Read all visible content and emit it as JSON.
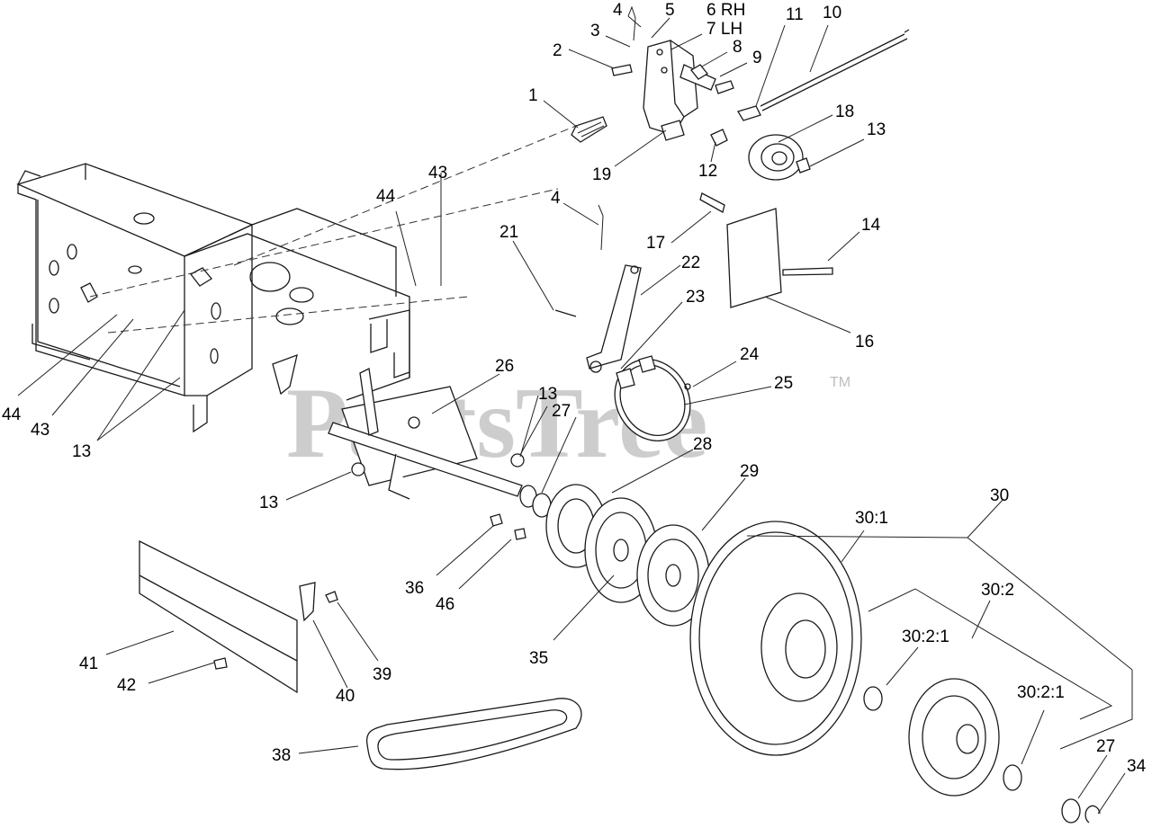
{
  "watermark": {
    "text": "PartsTree",
    "trademark": "TM"
  },
  "callouts": {
    "c1": "1",
    "c2": "2",
    "c3": "3",
    "c4a": "4",
    "c4b": "4",
    "c5": "5",
    "c6": "6 RH",
    "c7": "7 LH",
    "c8": "8",
    "c9": "9",
    "c10": "10",
    "c11": "11",
    "c12": "12",
    "c13a": "13",
    "c13b": "13",
    "c13c": "13",
    "c13d": "13",
    "c14": "14",
    "c16": "16",
    "c17": "17",
    "c18": "18",
    "c19": "19",
    "c21": "21",
    "c22": "22",
    "c23": "23",
    "c24": "24",
    "c25": "25",
    "c26": "26",
    "c27a": "27",
    "c27b": "27",
    "c28": "28",
    "c29": "29",
    "c30": "30",
    "c30_1": "30:1",
    "c30_2": "30:2",
    "c30_2_1a": "30:2:1",
    "c30_2_1b": "30:2:1",
    "c34": "34",
    "c35": "35",
    "c36": "36",
    "c38": "38",
    "c39": "39",
    "c40": "40",
    "c41": "41",
    "c42": "42",
    "c43a": "43",
    "c43b": "43",
    "c44a": "44",
    "c44b": "44",
    "c46": "46"
  }
}
